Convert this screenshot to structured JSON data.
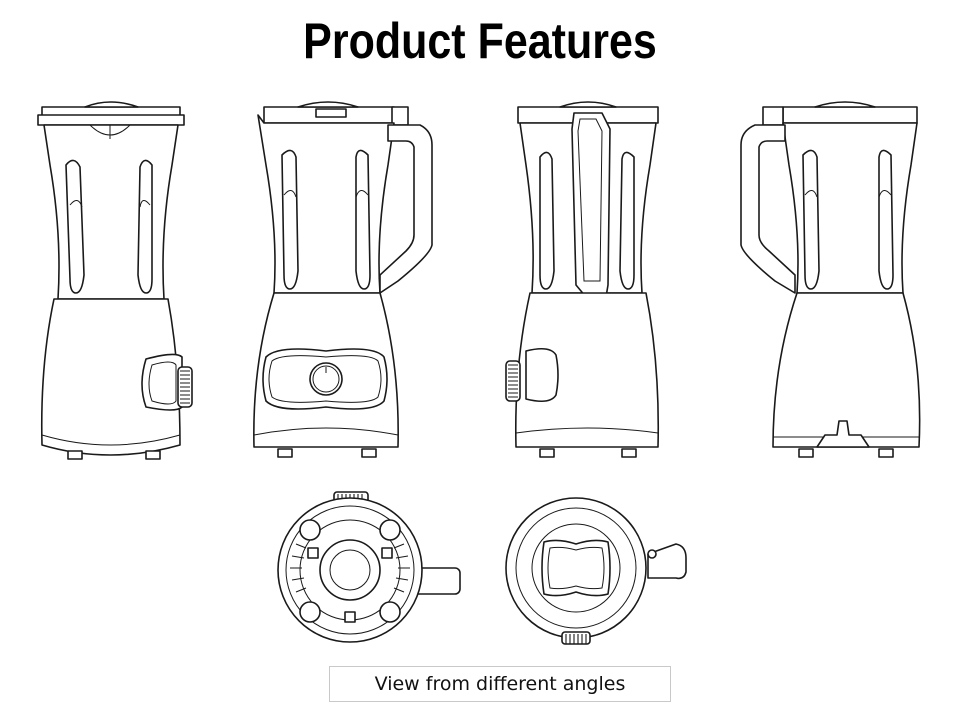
{
  "title": "Product Features",
  "caption": "View from different angles",
  "views": {
    "front": "front-view-drawing",
    "left": "left-side-view-drawing",
    "back": "back-view-drawing",
    "right": "right-side-view-drawing",
    "bottom": "bottom-view-drawing",
    "top": "top-view-drawing"
  }
}
